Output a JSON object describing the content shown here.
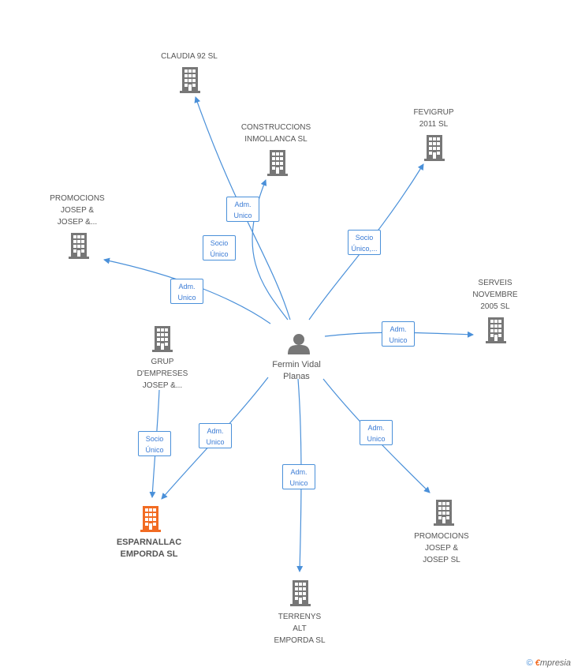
{
  "colors": {
    "edge": "#4a90d9",
    "building": "#777777",
    "main_building": "#f26b22",
    "person": "#777777"
  },
  "nodes": [
    {
      "id": "claudia",
      "label": "CLAUDIA 92 SL",
      "type": "company"
    },
    {
      "id": "construccions",
      "label": "CONSTRUCCIONS\nINMOLLANCA SL",
      "type": "company"
    },
    {
      "id": "fevigrup",
      "label": "FEVIGRUP\n2011 SL",
      "type": "company"
    },
    {
      "id": "promocions1",
      "label": "PROMOCIONS\nJOSEP &\nJOSEP &...",
      "type": "company"
    },
    {
      "id": "serveis",
      "label": "SERVEIS\nNOVEMBRE\n2005  SL",
      "type": "company"
    },
    {
      "id": "grup",
      "label": "GRUP\nD'EMPRESES\nJOSEP &...",
      "type": "company"
    },
    {
      "id": "person",
      "label": "Fermin Vidal\nPlanas",
      "type": "person"
    },
    {
      "id": "esparnallac",
      "label": "ESPARNALLAC\nEMPORDA SL",
      "type": "main"
    },
    {
      "id": "promocions2",
      "label": "PROMOCIONS\nJOSEP &\nJOSEP  SL",
      "type": "company"
    },
    {
      "id": "terrenys",
      "label": "TERRENYS\nALT\nEMPORDA  SL",
      "type": "company"
    }
  ],
  "edges": [
    {
      "from": "person",
      "to": "claudia",
      "label": "Adm.\nUnico"
    },
    {
      "from": "person",
      "to": "construccions",
      "label": "Socio\nÚnico"
    },
    {
      "from": "person",
      "to": "fevigrup",
      "label": "Socio\nÚnico,..."
    },
    {
      "from": "person",
      "to": "promocions1",
      "label": "Adm.\nUnico"
    },
    {
      "from": "person",
      "to": "serveis",
      "label": "Adm.\nUnico"
    },
    {
      "from": "grup",
      "to": "esparnallac",
      "label": "Socio\nÚnico"
    },
    {
      "from": "person",
      "to": "esparnallac",
      "label": "Adm.\nUnico"
    },
    {
      "from": "person",
      "to": "terrenys",
      "label": "Adm.\nUnico"
    },
    {
      "from": "person",
      "to": "promocions2",
      "label": "Adm.\nUnico"
    }
  ],
  "footer": {
    "copyright": "©",
    "brand_first": "€",
    "brand_rest": "mpresia"
  }
}
